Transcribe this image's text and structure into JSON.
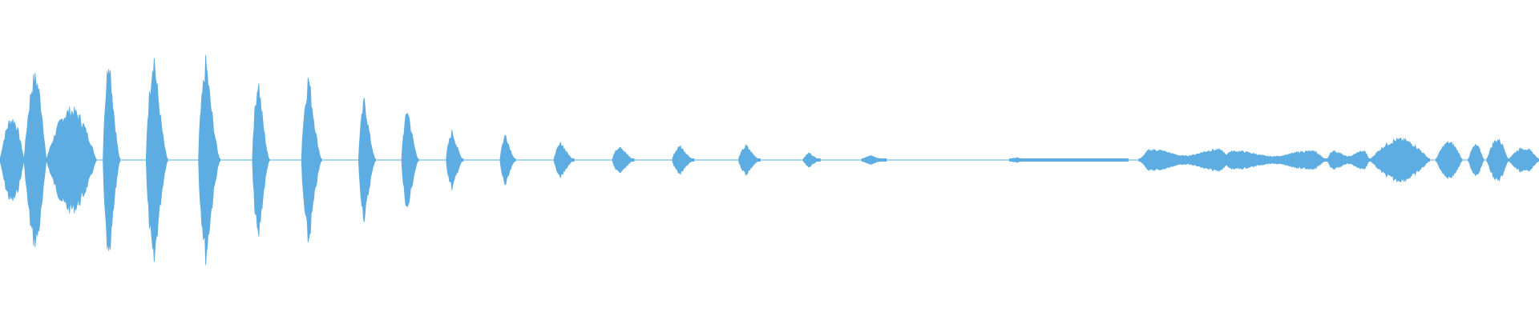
{
  "waveform": {
    "color": "#5DADE2",
    "background": "#FFFFFF",
    "segments": [
      {
        "start": 0.0,
        "end": 0.0156,
        "peak": 0.14,
        "shape": "lobe"
      },
      {
        "start": 0.0156,
        "end": 0.03,
        "peak": 0.28,
        "shape": "lobe"
      },
      {
        "start": 0.03,
        "end": 0.0625,
        "peak": 0.17,
        "shape": "lobe"
      },
      {
        "start": 0.067,
        "end": 0.078,
        "peak": 0.37,
        "shape": "bell"
      },
      {
        "start": 0.095,
        "end": 0.109,
        "peak": 0.37,
        "shape": "bell"
      },
      {
        "start": 0.129,
        "end": 0.143,
        "peak": 0.34,
        "shape": "bell"
      },
      {
        "start": 0.164,
        "end": 0.175,
        "peak": 0.28,
        "shape": "bell"
      },
      {
        "start": 0.196,
        "end": 0.209,
        "peak": 0.29,
        "shape": "bell"
      },
      {
        "start": 0.233,
        "end": 0.244,
        "peak": 0.21,
        "shape": "bell"
      },
      {
        "start": 0.261,
        "end": 0.272,
        "peak": 0.18,
        "shape": "bell"
      },
      {
        "start": 0.29,
        "end": 0.301,
        "peak": 0.1,
        "shape": "bell"
      },
      {
        "start": 0.325,
        "end": 0.335,
        "peak": 0.09,
        "shape": "bell"
      },
      {
        "start": 0.36,
        "end": 0.373,
        "peak": 0.06,
        "shape": "bell"
      },
      {
        "start": 0.398,
        "end": 0.412,
        "peak": 0.05,
        "shape": "bell"
      },
      {
        "start": 0.437,
        "end": 0.451,
        "peak": 0.05,
        "shape": "bell"
      },
      {
        "start": 0.48,
        "end": 0.494,
        "peak": 0.05,
        "shape": "bell"
      },
      {
        "start": 0.522,
        "end": 0.533,
        "peak": 0.025,
        "shape": "bell"
      },
      {
        "start": 0.56,
        "end": 0.576,
        "peak": 0.015,
        "shape": "bell"
      },
      {
        "start": 0.656,
        "end": 0.669,
        "peak": 0.008,
        "shape": "bell"
      },
      {
        "start": 0.669,
        "end": 0.733,
        "peak": 0.004,
        "shape": "flat"
      },
      {
        "start": 0.74,
        "end": 0.8,
        "peak": 0.035,
        "shape": "plateau"
      },
      {
        "start": 0.792,
        "end": 0.862,
        "peak": 0.03,
        "shape": "plateau"
      },
      {
        "start": 0.862,
        "end": 0.89,
        "peak": 0.03,
        "shape": "plateau"
      },
      {
        "start": 0.89,
        "end": 0.929,
        "peak": 0.07,
        "shape": "lobe"
      },
      {
        "start": 0.933,
        "end": 0.95,
        "peak": 0.06,
        "shape": "lobe"
      },
      {
        "start": 0.954,
        "end": 0.964,
        "peak": 0.05,
        "shape": "lobe"
      },
      {
        "start": 0.966,
        "end": 0.98,
        "peak": 0.07,
        "shape": "lobe"
      },
      {
        "start": 0.98,
        "end": 1.0,
        "peak": 0.04,
        "shape": "lobe"
      }
    ],
    "baseline_noise": 0.004
  }
}
